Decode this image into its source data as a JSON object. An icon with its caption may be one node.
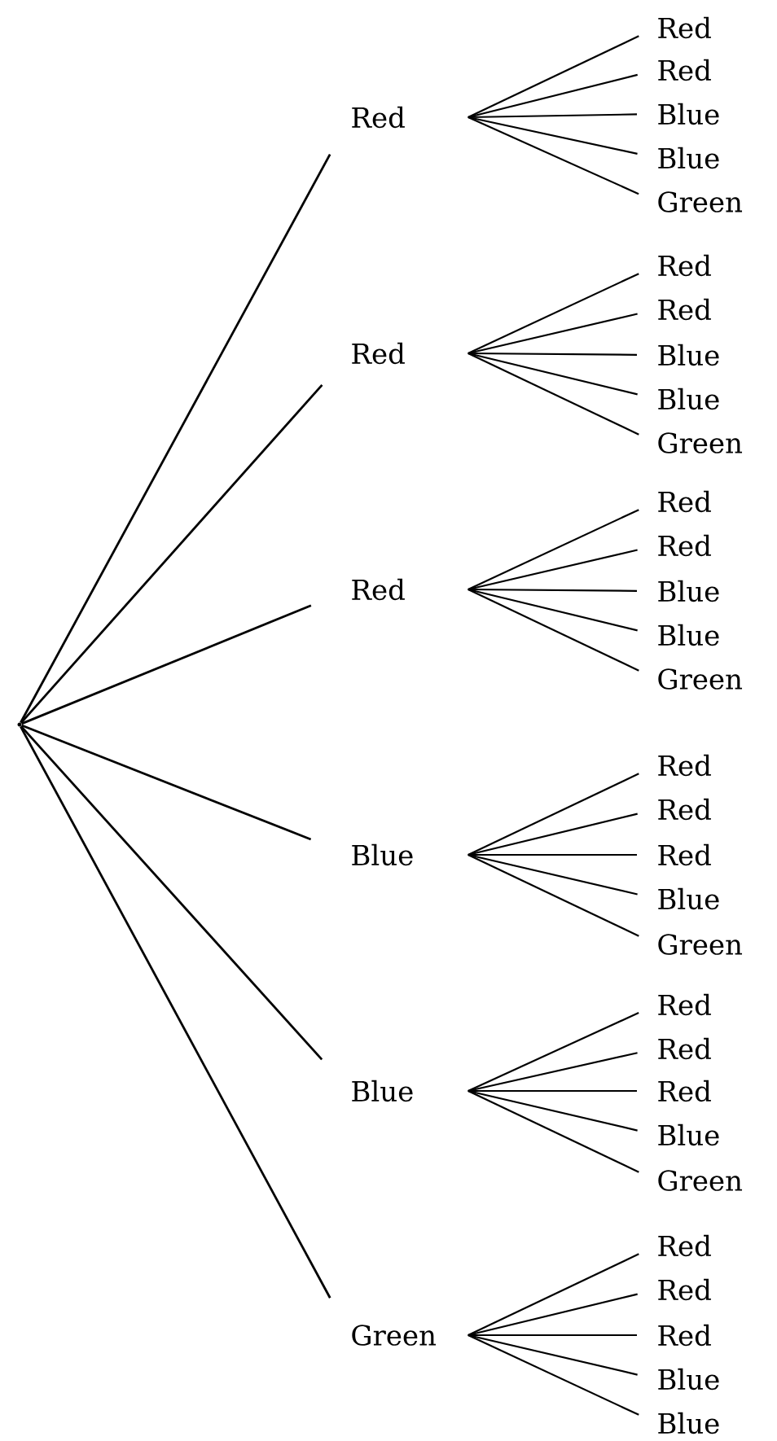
{
  "diagram": {
    "nodes": [
      {
        "text": [],
        "shape": "point"
      },
      {
        "text": [
          "Red"
        ]
      },
      {
        "text": [
          "Red"
        ]
      },
      {
        "text": [
          "Red"
        ]
      },
      {
        "text": [
          "Blue"
        ]
      },
      {
        "text": [
          "Blue"
        ]
      },
      {
        "text": [
          "Green"
        ]
      },
      {
        "text": [
          "Red"
        ]
      },
      {
        "text": [
          "Red"
        ]
      },
      {
        "text": [
          "Blue"
        ]
      },
      {
        "text": [
          "Blue"
        ]
      },
      {
        "text": [
          "Green"
        ]
      },
      {
        "text": [
          "Red"
        ]
      },
      {
        "text": [
          "Red"
        ]
      },
      {
        "text": [
          "Blue"
        ]
      },
      {
        "text": [
          "Blue"
        ]
      },
      {
        "text": [
          "Green"
        ]
      },
      {
        "text": [
          "Red"
        ]
      },
      {
        "text": [
          "Red"
        ]
      },
      {
        "text": [
          "Blue"
        ]
      },
      {
        "text": [
          "Blue"
        ]
      },
      {
        "text": [
          "Green"
        ]
      },
      {
        "text": [
          "Red"
        ]
      },
      {
        "text": [
          "Red"
        ]
      },
      {
        "text": [
          "Red"
        ]
      },
      {
        "text": [
          "Blue"
        ]
      },
      {
        "text": [
          "Green"
        ]
      },
      {
        "text": [
          "Red"
        ]
      },
      {
        "text": [
          "Red"
        ]
      },
      {
        "text": [
          "Red"
        ]
      },
      {
        "text": [
          "Blue"
        ]
      },
      {
        "text": [
          "Green"
        ]
      },
      {
        "text": [
          "Red"
        ]
      },
      {
        "text": [
          "Red"
        ]
      },
      {
        "text": [
          "Red"
        ]
      },
      {
        "text": [
          "Blue"
        ]
      },
      {
        "text": [
          "Blue"
        ]
      }
    ],
    "edges": [
      {
        "from": 0,
        "to": 1,
        "arrow": "none"
      },
      {
        "from": 0,
        "to": 2,
        "arrow": "none"
      },
      {
        "from": 0,
        "to": 3,
        "arrow": "none"
      },
      {
        "from": 0,
        "to": 4,
        "arrow": "none"
      },
      {
        "from": 0,
        "to": 5,
        "arrow": "none"
      },
      {
        "from": 0,
        "to": 6,
        "arrow": "none"
      },
      {
        "from": 1,
        "to": 7,
        "arrow": "none"
      },
      {
        "from": 1,
        "to": 8,
        "arrow": "none"
      },
      {
        "from": 1,
        "to": 9,
        "arrow": "none"
      },
      {
        "from": 1,
        "to": 10,
        "arrow": "none"
      },
      {
        "from": 1,
        "to": 11,
        "arrow": "none"
      },
      {
        "from": 2,
        "to": 12,
        "arrow": "none"
      },
      {
        "from": 2,
        "to": 13,
        "arrow": "none"
      },
      {
        "from": 2,
        "to": 14,
        "arrow": "none"
      },
      {
        "from": 2,
        "to": 15,
        "arrow": "none"
      },
      {
        "from": 2,
        "to": 16,
        "arrow": "none"
      },
      {
        "from": 3,
        "to": 17,
        "arrow": "none"
      },
      {
        "from": 3,
        "to": 18,
        "arrow": "none"
      },
      {
        "from": 3,
        "to": 19,
        "arrow": "none"
      },
      {
        "from": 3,
        "to": 20,
        "arrow": "none"
      },
      {
        "from": 3,
        "to": 21,
        "arrow": "none"
      },
      {
        "from": 4,
        "to": 22,
        "arrow": "none"
      },
      {
        "from": 4,
        "to": 23,
        "arrow": "none"
      },
      {
        "from": 4,
        "to": 24,
        "arrow": "none"
      },
      {
        "from": 4,
        "to": 25,
        "arrow": "none"
      },
      {
        "from": 4,
        "to": 26,
        "arrow": "none"
      },
      {
        "from": 5,
        "to": 27,
        "arrow": "none"
      },
      {
        "from": 5,
        "to": 28,
        "arrow": "none"
      },
      {
        "from": 5,
        "to": 29,
        "arrow": "none"
      },
      {
        "from": 5,
        "to": 30,
        "arrow": "none"
      },
      {
        "from": 5,
        "to": 31,
        "arrow": "none"
      },
      {
        "from": 6,
        "to": 32,
        "arrow": "none"
      },
      {
        "from": 6,
        "to": 33,
        "arrow": "none"
      },
      {
        "from": 6,
        "to": 34,
        "arrow": "none"
      },
      {
        "from": 6,
        "to": 35,
        "arrow": "none"
      },
      {
        "from": 6,
        "to": 36,
        "arrow": "none"
      }
    ]
  }
}
